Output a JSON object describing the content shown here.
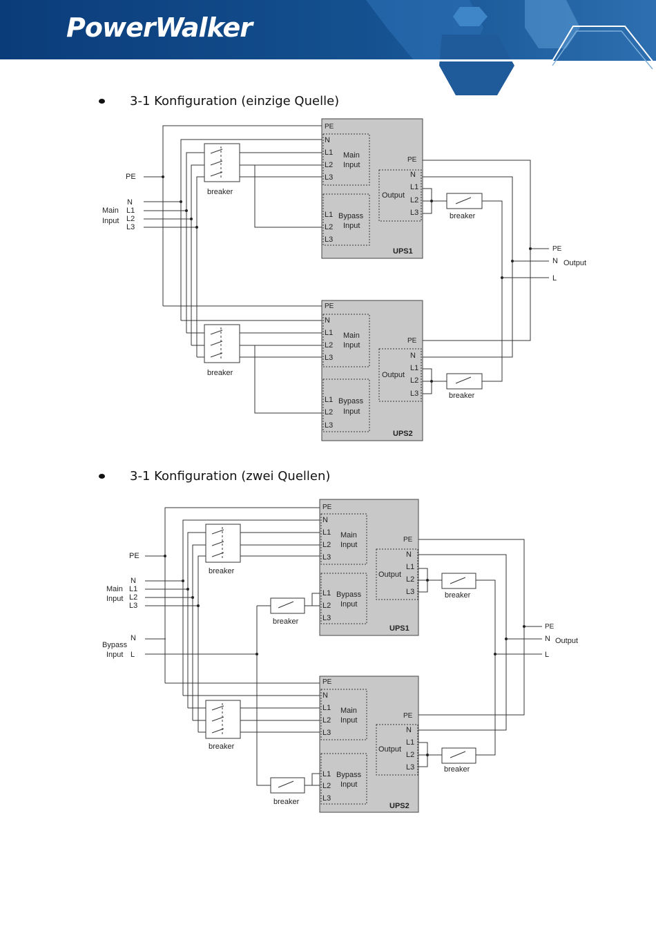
{
  "brand": {
    "logo_text": "PowerWalker"
  },
  "sections": [
    {
      "heading": "3-1 Konfiguration (einzige Quelle)"
    },
    {
      "heading": "3-1 Konfiguration (zwei Quellen)"
    }
  ],
  "labels": {
    "pe": "PE",
    "n": "N",
    "l": "L",
    "l1": "L1",
    "l2": "L2",
    "l3": "L3",
    "main": "Main",
    "input": "Input",
    "bypass": "Bypass",
    "output": "Output",
    "breaker": "breaker",
    "ups1": "UPS1",
    "ups2": "UPS2"
  },
  "colors": {
    "header_dark": "#0b3c7a",
    "header_mid": "#1c5fa8",
    "header_light": "#3f86c9",
    "ups_fill": "#c8c8c8",
    "line": "#333333"
  }
}
